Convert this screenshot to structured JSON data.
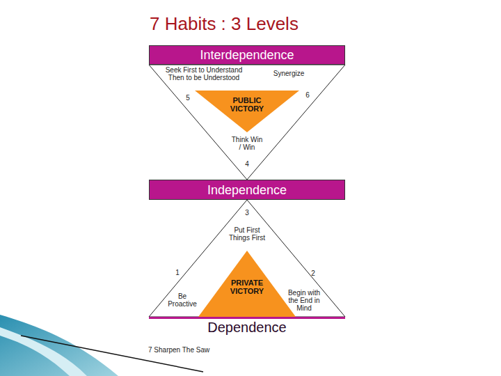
{
  "diagram": {
    "title": "7 Habits : 3 Levels",
    "nodes": [
      {
        "text": [
          "Interdependence"
        ]
      },
      {
        "text": [
          "PUBLIC VICTORY"
        ]
      },
      {
        "text": [
          "Independence"
        ]
      },
      {
        "text": [
          "PRIVATE VICTORY"
        ]
      },
      {
        "text": [
          "Dependence"
        ]
      }
    ],
    "labels": [
      "Seek First to Understand Then to be Understood",
      "Synergize",
      "5",
      "6",
      "Think Win / Win",
      "4",
      "3",
      "Put First Things First",
      "1",
      "2",
      "Be Proactive",
      "Begin with the End in Mind",
      "7 Sharpen The Saw"
    ]
  }
}
